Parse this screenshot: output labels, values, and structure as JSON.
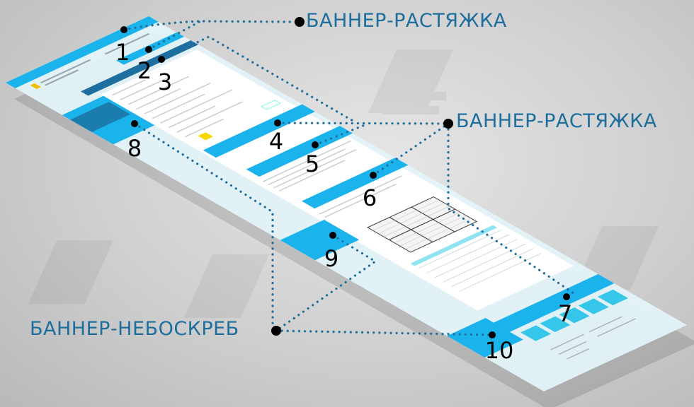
{
  "callouts": {
    "stretch_banner_top": "БАННЕР-РАСТЯЖКА",
    "stretch_banner_right": "БАННЕР-РАСТЯЖКА",
    "skyscraper_banner": "БАННЕР-НЕБОСКРЕБ"
  },
  "markers": [
    "1",
    "2",
    "3",
    "4",
    "5",
    "6",
    "7",
    "8",
    "9",
    "10"
  ],
  "colors": {
    "banner": "#1ab3ec",
    "nav_dark": "#1c6f9e",
    "callout_text": "#1d6e9c",
    "dotted_line": "#1d6e9c",
    "page_tint": "#e4f3f9"
  }
}
